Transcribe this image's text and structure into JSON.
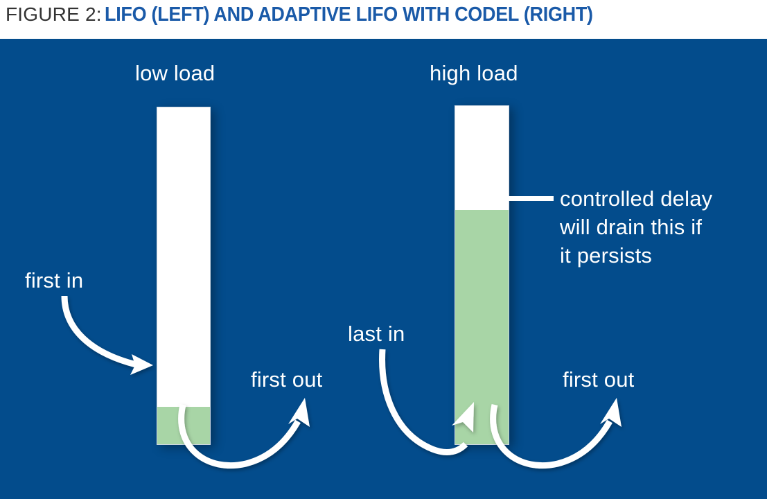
{
  "figure": {
    "caption_prefix": "FIGURE 2:",
    "caption_main": "LIFO (LEFT) AND ADAPTIVE LIFO WITH CODEL (RIGHT)",
    "panel_color": "#034C8C",
    "queue_empty_color": "#FFFFFF",
    "queue_fill_color": "#A8D5A6",
    "caption_accent_color": "#1A5AA8",
    "caption_prefix_color": "#333333",
    "annotation_color": "#FFFFFF"
  },
  "columns": [
    {
      "id": "low-load",
      "label": "low load",
      "fill_percent": 11,
      "annotations": {
        "inbound": "first in",
        "outbound": "first out"
      }
    },
    {
      "id": "high-load",
      "label": "high load",
      "fill_percent": 69,
      "annotations": {
        "inbound": "last in",
        "outbound": "first out"
      }
    }
  ],
  "callout": {
    "line1": "controlled delay",
    "line2": "will drain this if",
    "line3": "it persists",
    "leader": "leader-line"
  },
  "icons": {
    "arrow_first_in": "curved-arrow-down-right-icon",
    "arrow_first_out_left": "curved-arrow-u-up-icon",
    "arrow_last_in": "curved-arrow-down-right-icon",
    "arrow_first_out_right": "curved-arrow-u-up-icon"
  }
}
